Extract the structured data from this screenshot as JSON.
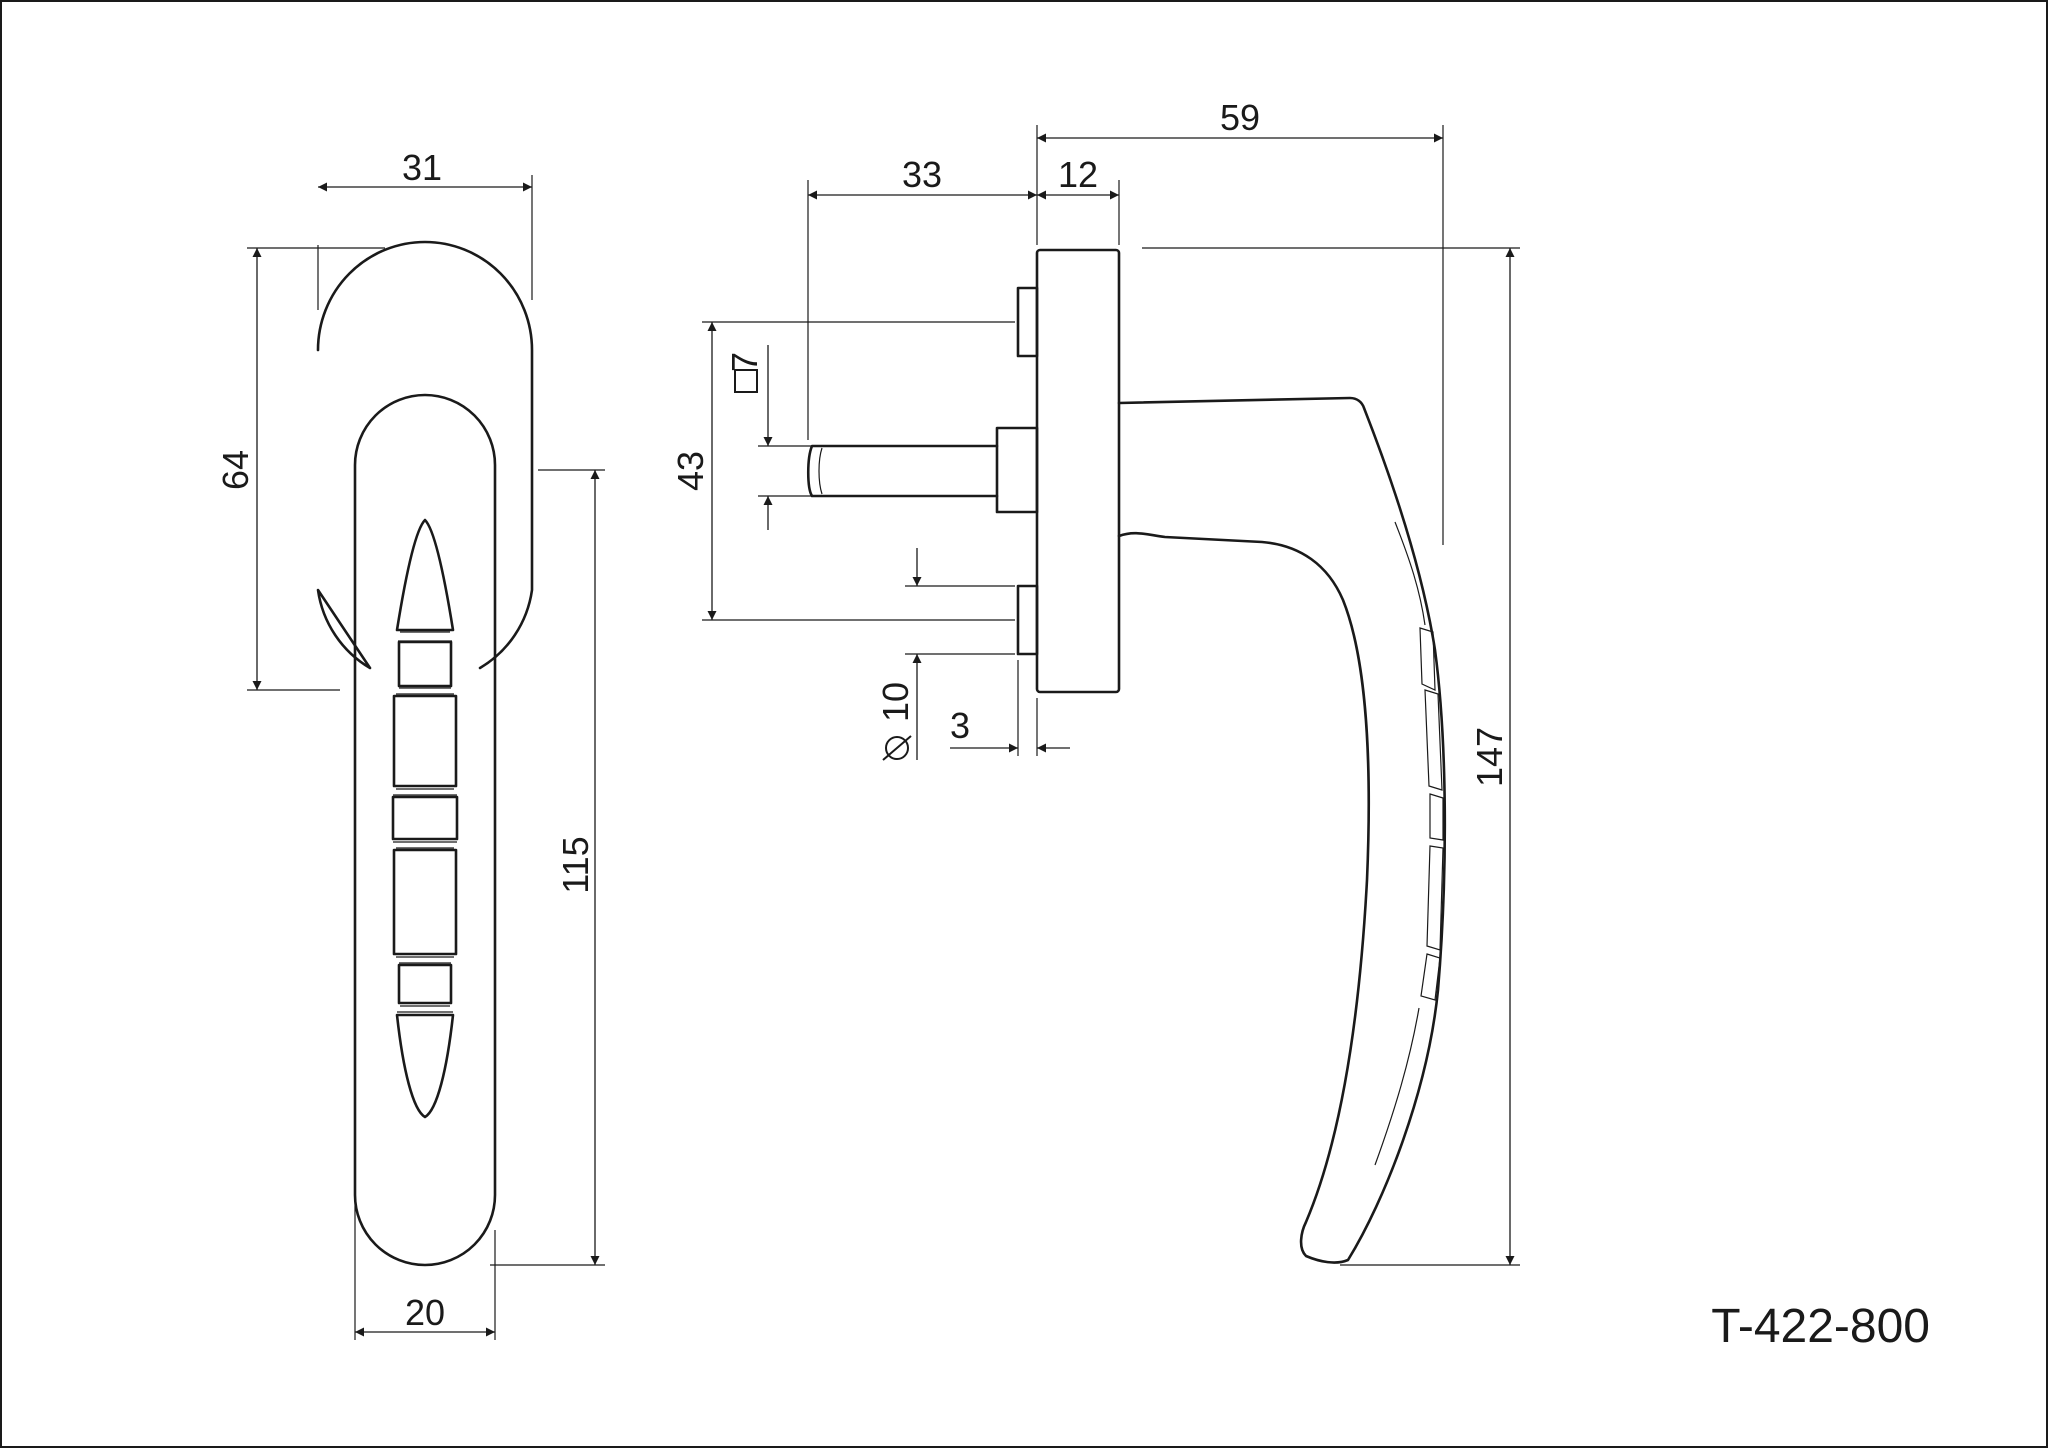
{
  "drawing": {
    "part_code": "T-422-800",
    "front_view": {
      "rose_width": "31",
      "rose_height": "64",
      "grip_width": "20",
      "grip_length": "115"
    },
    "side_view": {
      "total_projection": "59",
      "spindle_length": "33",
      "rose_depth": "12",
      "screw_spacing": "43",
      "spindle_square": "7",
      "screw_diameter": "10",
      "screw_protrusion": "3",
      "total_length": "147"
    }
  }
}
